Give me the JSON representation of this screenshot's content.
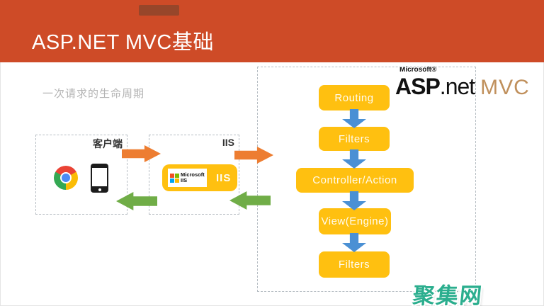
{
  "slide": {
    "title": "ASP.NET MVC基础",
    "caption": "一次请求的生命周期",
    "watermark": "聚集网"
  },
  "aspnet_logo": {
    "microsoft": "Microsoft®",
    "asp": "ASP",
    "net": ".net",
    "mvc": "MVC"
  },
  "client_box": {
    "label": "客户端",
    "icons": [
      "chrome-icon",
      "smartphone-icon"
    ]
  },
  "iis_box": {
    "label": "IIS",
    "pill": {
      "brand_line1": "Microsoft",
      "brand_line2": "IIS",
      "badge": "IIS"
    }
  },
  "flowchart": {
    "steps": [
      "Routing",
      "Filters",
      "Controller/Action",
      "View(Engine)",
      "Filters"
    ]
  },
  "colors": {
    "header_orange": "#CE4B27",
    "box_yellow": "#FFC010",
    "arrow_orange": "#ED7D31",
    "arrow_green": "#70AD47",
    "arrow_blue": "#4A90D4",
    "ms_logo": [
      "#F25022",
      "#7FBA00",
      "#00A4EF",
      "#FFB900"
    ],
    "watermark_teal": "#2BAE8E",
    "mvc_tan": "#C0905C"
  }
}
